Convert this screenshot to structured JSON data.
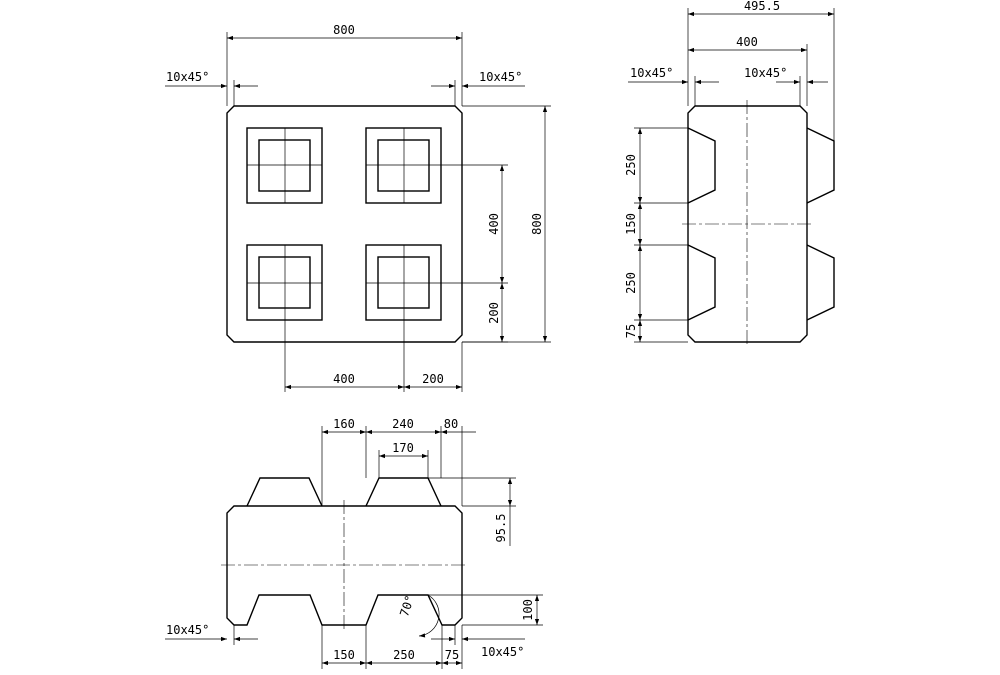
{
  "views": {
    "top": {
      "overall_width": "800",
      "overall_height": "800",
      "chamfer_left": "10x45°",
      "chamfer_right": "10x45°",
      "pitch_vertical": "400",
      "edge_vertical": "200",
      "pitch_horizontal": "400",
      "edge_horizontal": "200"
    },
    "side": {
      "total_width": "495.5",
      "body_width": "400",
      "chamfer_left": "10x45°",
      "chamfer_right": "10x45°",
      "stud_height_upper": "250",
      "gap_height": "150",
      "stud_height_lower": "250",
      "bottom_edge": "75"
    },
    "front": {
      "stud_offset": "160",
      "stud_base": "240",
      "stud_clearance": "80",
      "stud_top": "170",
      "stud_height": "95.5",
      "socket_depth": "100",
      "socket_angle": "70°",
      "bottom_offset": "150",
      "socket_width": "250",
      "bottom_edge": "75",
      "chamfer_left": "10x45°",
      "chamfer_right": "10x45°"
    }
  }
}
